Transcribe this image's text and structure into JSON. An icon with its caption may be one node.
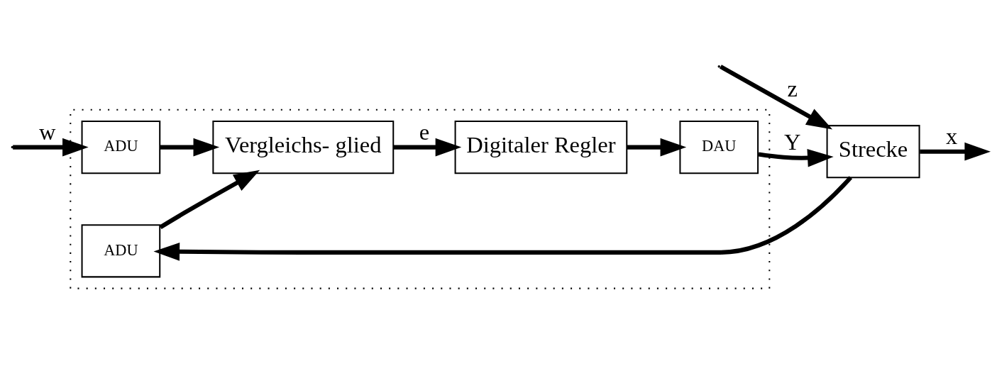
{
  "diagram": {
    "nodes": [
      {
        "text": [],
        "shape": "box"
      },
      {
        "text": [
          "ADU"
        ],
        "in": 0
      },
      {
        "text": [
          "Vergleichs- glied"
        ],
        "in": 0
      },
      {
        "text": [
          "Digitaler Regler"
        ],
        "in": 0
      },
      {
        "text": [
          "DAU"
        ],
        "in": 0
      },
      {
        "text": [
          "Strecke"
        ]
      },
      {
        "text": [
          "ADU"
        ],
        "in": 0
      }
    ],
    "edges": [
      {
        "from": null,
        "to": 1,
        "arrow": "to",
        "label": "w"
      },
      {
        "from": 1,
        "to": 2,
        "arrow": "to"
      },
      {
        "from": 2,
        "to": 3,
        "arrow": "to",
        "label": "e"
      },
      {
        "from": 3,
        "to": 4,
        "arrow": "to"
      },
      {
        "from": 4,
        "to": 5,
        "arrow": "to",
        "label": "Y"
      },
      {
        "from": null,
        "to": 5,
        "arrow": "to",
        "label": "z"
      },
      {
        "from": 5,
        "to": null,
        "arrow": "to",
        "label": "x"
      },
      {
        "from": 5,
        "to": 6,
        "arrow": "to"
      },
      {
        "from": 6,
        "to": 2,
        "arrow": "to"
      }
    ]
  }
}
